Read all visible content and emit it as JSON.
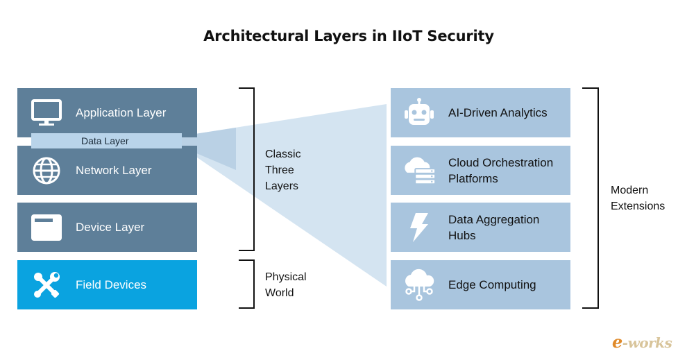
{
  "title": "Architectural Layers in IIoT Security",
  "left_stack": [
    {
      "label": "Application Layer",
      "icon": "monitor-icon"
    },
    {
      "label": "Network Layer",
      "icon": "globe-icon"
    },
    {
      "label": "Device Layer",
      "icon": "window-icon"
    },
    {
      "label": "Field Devices",
      "icon": "tools-icon"
    }
  ],
  "data_layer": {
    "label": "Data Layer"
  },
  "braces": {
    "classic": [
      "Classic",
      "Three",
      "Layers"
    ],
    "physical": [
      "Physical",
      "World"
    ],
    "modern": [
      "Modern",
      "Extensions"
    ]
  },
  "right_stack": [
    {
      "label": "AI-Driven Analytics",
      "icon": "robot-icon"
    },
    {
      "label": "Cloud Orchestration Platforms",
      "icon": "cloud-server-icon"
    },
    {
      "label": "Data Aggregation Hubs",
      "icon": "lightning-icon"
    },
    {
      "label": "Edge Computing",
      "icon": "cloud-network-icon"
    }
  ],
  "watermark": {
    "e": "e",
    "text": "-works"
  },
  "colors": {
    "left_box": "#5e7f99",
    "field_devices": "#0aa3e0",
    "data_layer": "#b9d4ea",
    "right_box": "#a9c5de",
    "funnel": "#c5dbec"
  }
}
